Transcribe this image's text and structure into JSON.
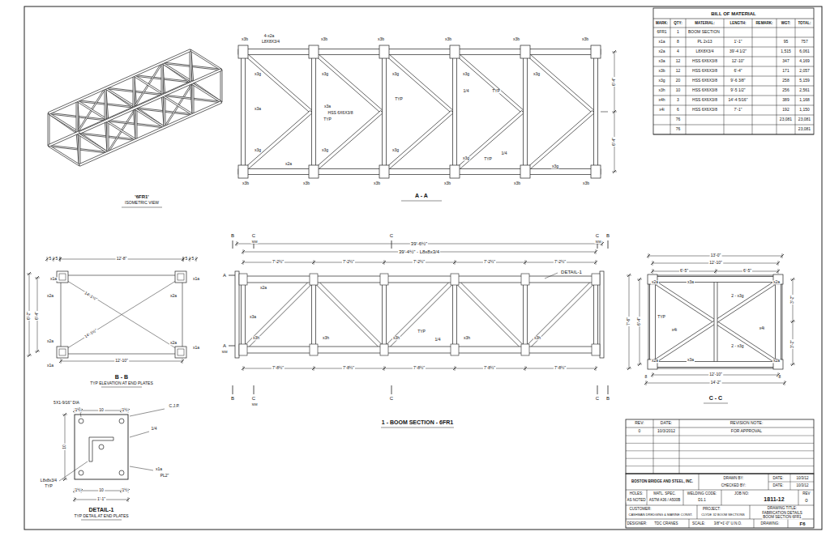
{
  "diagram": {
    "labels": [
      "'6FR1'",
      "ISOMETRIC VIEW",
      "4-x2a",
      "L8X8X3/4",
      "x3b",
      "x3b",
      "x3b",
      "x3b",
      "x3b",
      "x3b",
      "x3b",
      "x3b",
      "x3b",
      "x3b",
      "x3b",
      "x3b",
      "x3g",
      "x3g",
      "x3g",
      "x3g",
      "x3g",
      "x3g",
      "x3g",
      "x3g",
      "x3g",
      "x3g",
      "x3a",
      "x3a",
      "HSS 6X6X3/8",
      "TYP",
      "x2a",
      "TYP",
      "1/4",
      "TYP",
      "TYP",
      "1/4",
      "6'-4\"",
      "6'-4\"",
      "A - A",
      "5",
      "5",
      "12'-8\"",
      "5",
      "5",
      "x1a",
      "x2a",
      "x1a",
      "x2a",
      "14'-1½\"",
      "14'-1½\"",
      "6'-2\"",
      "6'-4\"",
      "12'-10\"",
      "x2a",
      "x1a",
      "x2a",
      "x1a",
      "B - B",
      "TYP ELEVATION AT END PLATES",
      "5X1-9/16\" DIA",
      "C.J.P.",
      "1/4",
      "L8x8x3/4",
      "TYP",
      "x1a",
      "PL2\"",
      "1'-1\"",
      "DETAIL-1",
      "TYP DETAIL AT END PLATES",
      "1½",
      "10",
      "1½",
      "1½",
      "10",
      "1½",
      "10",
      "39'-6½\"",
      "39'-4½\" - L8x8x3/4",
      "7'-2½\"",
      "7'-2½\"",
      "7'-2½\"",
      "7'-2½\"",
      "7'-2½\"",
      "A",
      "A",
      "SIM",
      "B",
      "C",
      "SIM",
      "C",
      "C",
      "B",
      "SIM",
      "B",
      "C",
      "SIM",
      "C",
      "C",
      "B",
      "x2a",
      "DETAIL-1",
      "7'-8½\"",
      "7'-8½\"",
      "7'-8½\"",
      "7'-8½\"",
      "7'-8½\"",
      "x3a",
      "x3h",
      "x3h",
      "x3h",
      "x3h",
      "x3h",
      "TYP",
      "1/4",
      "1 - BOOM SECTION - 6FR1",
      "13'-0\"",
      "12'-10\"",
      "6'-5\"",
      "6'-5\"",
      "x2a",
      "x2a",
      "x3a",
      "x2a",
      "x2a",
      "2 - x3g",
      "2 - x3g",
      "x4i",
      "x4i",
      "TYP",
      "x3a",
      "7'-6\"",
      "6'-4\"",
      "3'-2\"",
      "3'-2\"",
      "12'-10\"",
      "14'-2\"",
      "8",
      "8",
      "C - C",
      "BILL OF MATERIAL",
      "MARK:",
      "QTY:",
      "MATERIAL:",
      "LENGTH:",
      "REMARK:",
      "WGT:",
      "TOTAL:",
      "6FR1",
      "1",
      "BOOM SECTION",
      "x1a",
      "8",
      "PL 2x13",
      "1'-1\"",
      "95",
      "757",
      "x2a",
      "4",
      "L8X8X3/4",
      "39'-4 1/2\"",
      "1,515",
      "6,061",
      "x3a",
      "12",
      "HSS 6X6X3/8",
      "12'-10\"",
      "347",
      "4,169",
      "x3b",
      "12",
      "HSS 6X6X3/8",
      "6'-4\"",
      "171",
      "2,057",
      "x3g",
      "20",
      "HSS 6X6X3/8",
      "9'-6 3/8\"",
      "258",
      "5,159",
      "x3h",
      "10",
      "HSS 6X6X3/8",
      "9'-5 1/2\"",
      "256",
      "2,561",
      "x4h",
      "3",
      "HSS 6X6X3/8",
      "14'-4 5/16\"",
      "389",
      "1,168",
      "x4i",
      "6",
      "HSS 6X6X3/8",
      "7'-1\"",
      "192",
      "1,150",
      "76",
      "23,081",
      "23,081",
      "76",
      "23,081",
      "REV:",
      "DATE:",
      "REVISION NOTE:",
      "0",
      "10/3/2012",
      "FOR APPROVAL",
      "BOSTON BRIDGE AND STEEL, INC.",
      "DRAWN BY:",
      "CHECKED BY:",
      "DATE:",
      "10/3/12",
      "DATE:",
      "10/3/12",
      "HOLES:",
      "AS NOTED",
      "MATL. SPEC.",
      "ASTM A36 / A500B",
      "WELDING CODE:",
      "D1.1",
      "JOB NO:",
      "1811-12",
      "REV",
      "0",
      "CUSTOMER:",
      "CASHMAN DREDGING & MARINE CONST.",
      "PROJECT:",
      "CLYDE 32 BOOM SECTIONS",
      "DRAWING TITLE:",
      "FABRICATION DETAILS",
      "BOOM SECTION 6FR1",
      "DESIGNER:",
      "TDC CRANES",
      "SCALE:",
      "3/8\"=1'-0\" U.N.O.",
      "DRAWING:",
      "F6"
    ]
  }
}
